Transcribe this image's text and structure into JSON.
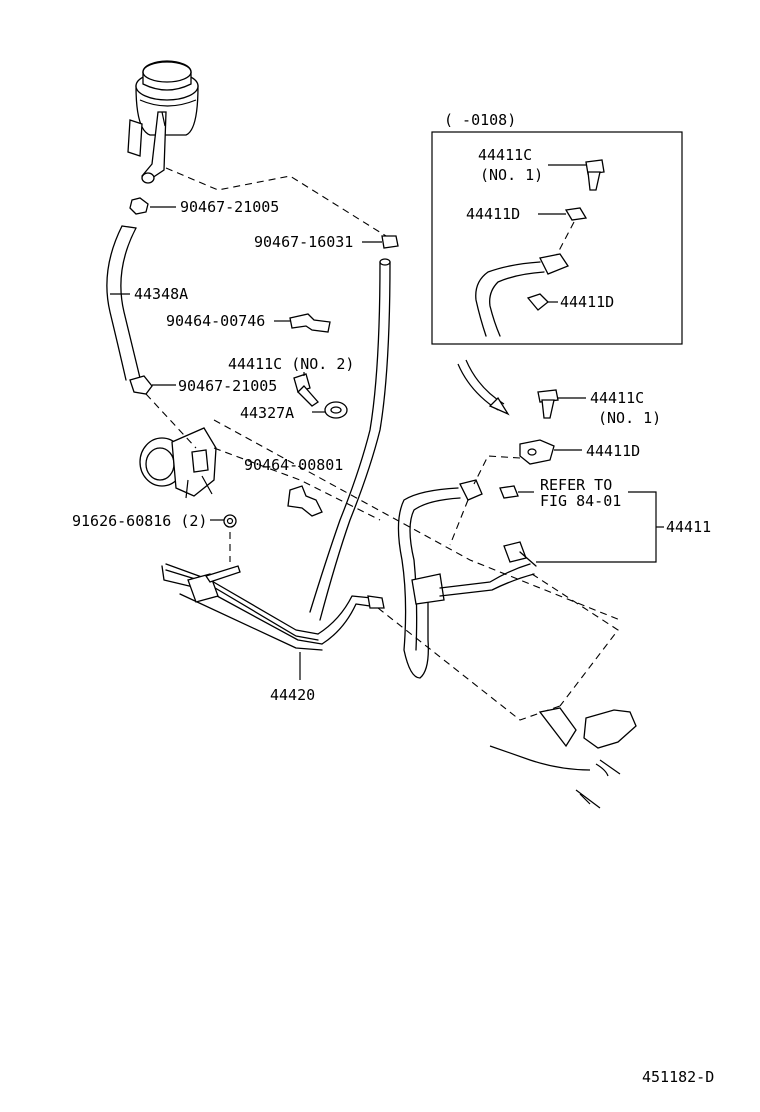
{
  "inset": {
    "range_label": "(     -0108)",
    "labels": {
      "bolt_c": "44411C",
      "bolt_c_no": "(NO. 1)",
      "clip_d_top": "44411D",
      "clip_d_bottom": "44411D"
    }
  },
  "labels": {
    "clamp_top": "90467-21005",
    "clamp_right": "90467-16031",
    "hose": "44348A",
    "clip_00746": "90464-00746",
    "bolt_no2": "44411C (NO. 2)",
    "clamp_bottom": "90467-21005",
    "gasket": "44327A",
    "clip_00801": "90464-00801",
    "bolt_91626": "91626-60816 (2)",
    "tube": "44420",
    "bolt_c_right": "44411C",
    "bolt_c_right_no": "(NO. 1)",
    "clip_d_right": "44411D",
    "refer_1": "REFER TO",
    "refer_2": "FIG 84-01",
    "assembly": "44411"
  },
  "figure_id": "451182-D"
}
